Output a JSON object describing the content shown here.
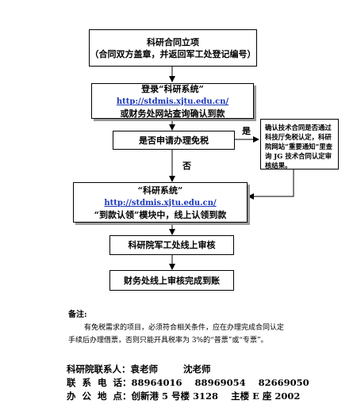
{
  "steps": [
    {
      "line1": "科研合同立项",
      "line2": "（合同双方盖章，并返回军工处登记编号）"
    },
    {
      "line1": "登录“科研系统”",
      "link": "http://stdmis.xjtu.edu.cn/",
      "line3": "或财务处网站查询确认到款"
    },
    {
      "line1": "是否申请办理免税"
    },
    {
      "line1": "“科研系统”",
      "link": "http://stdmis.xjtu.edu.cn/",
      "line3": "“到款认领”模块中，线上认领到款"
    },
    {
      "line1": "科研院军工处线上审核"
    },
    {
      "line1": "财务处线上审核完成到账"
    }
  ],
  "side_box": "确认技术合同是否通过科技厅免税认定，科研院网站“重要通知”里查询 JG 技术合同认定审核结果。",
  "branch_yes": "是",
  "branch_no": "否",
  "notes": {
    "title": "备注:",
    "line1": "有免税需求的项目，必须符合相关条件，应在办理完成合同认定",
    "line2": "手续后办理借票，否则只能开具税率为 3%的“普票”或“专票”。"
  },
  "contact": {
    "people_label": "科研院联系人：",
    "people": "袁老师        沈老师",
    "phone_label": "联  系  电  话：",
    "phone": "88964016    88969054    82669050",
    "address_label": "办  公  地  点：",
    "address": "创新港 5 号楼 3128    主楼 E 座 2002"
  }
}
